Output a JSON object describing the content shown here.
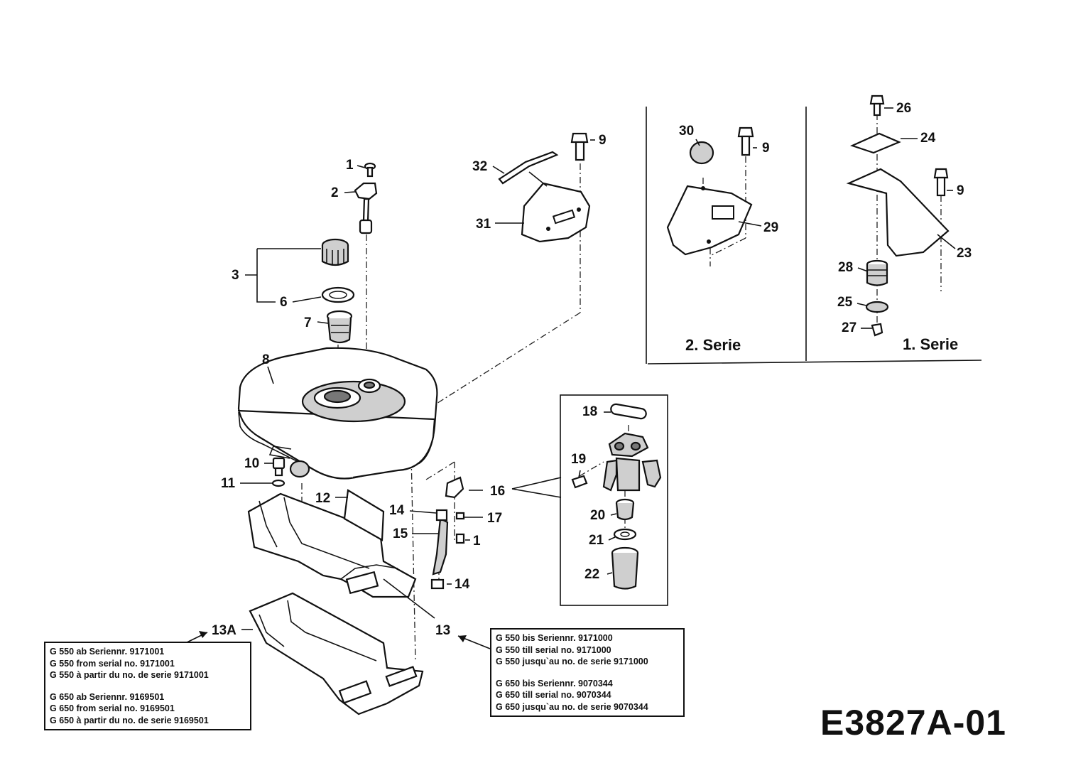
{
  "diagram_code": "E3827A-01",
  "variants": {
    "second_series": "2. Serie",
    "first_series": "1. Serie"
  },
  "callouts": {
    "c1_top": "1",
    "c2": "2",
    "c3": "3",
    "c6": "6",
    "c7": "7",
    "c8": "8",
    "c9_main": "9",
    "c32": "32",
    "c31": "31",
    "c30": "30",
    "c9_serie2": "9",
    "c29": "29",
    "c26": "26",
    "c24": "24",
    "c9_serie1": "9",
    "c23": "23",
    "c28": "28",
    "c25": "25",
    "c27": "27",
    "c10": "10",
    "c11": "11",
    "c12": "12",
    "c14_upper": "14",
    "c15": "15",
    "c14_lower": "14",
    "c16": "16",
    "c17": "17",
    "c1_lower": "1",
    "c18": "18",
    "c19": "19",
    "c20": "20",
    "c21": "21",
    "c22": "22",
    "c13": "13",
    "c13A": "13A"
  },
  "serial_note_left": {
    "lines_a": [
      "G 550 ab Seriennr. 9171001",
      "G 550 from serial no. 9171001",
      "G 550 à partir du no. de serie 9171001"
    ],
    "lines_b": [
      "G 650 ab Seriennr. 9169501",
      "G 650 from serial no. 9169501",
      "G 650 à partir du no. de serie 9169501"
    ]
  },
  "serial_note_right": {
    "lines_a": [
      "G 550 bis Seriennr. 9171000",
      "G 550 till serial no. 9171000",
      "G 550 jusqu`au no. de serie 9171000"
    ],
    "lines_b": [
      "G 650 bis Seriennr. 9070344",
      "G 650 till serial no. 9070344",
      "G 650 jusqu`au no. de serie 9070344"
    ]
  }
}
